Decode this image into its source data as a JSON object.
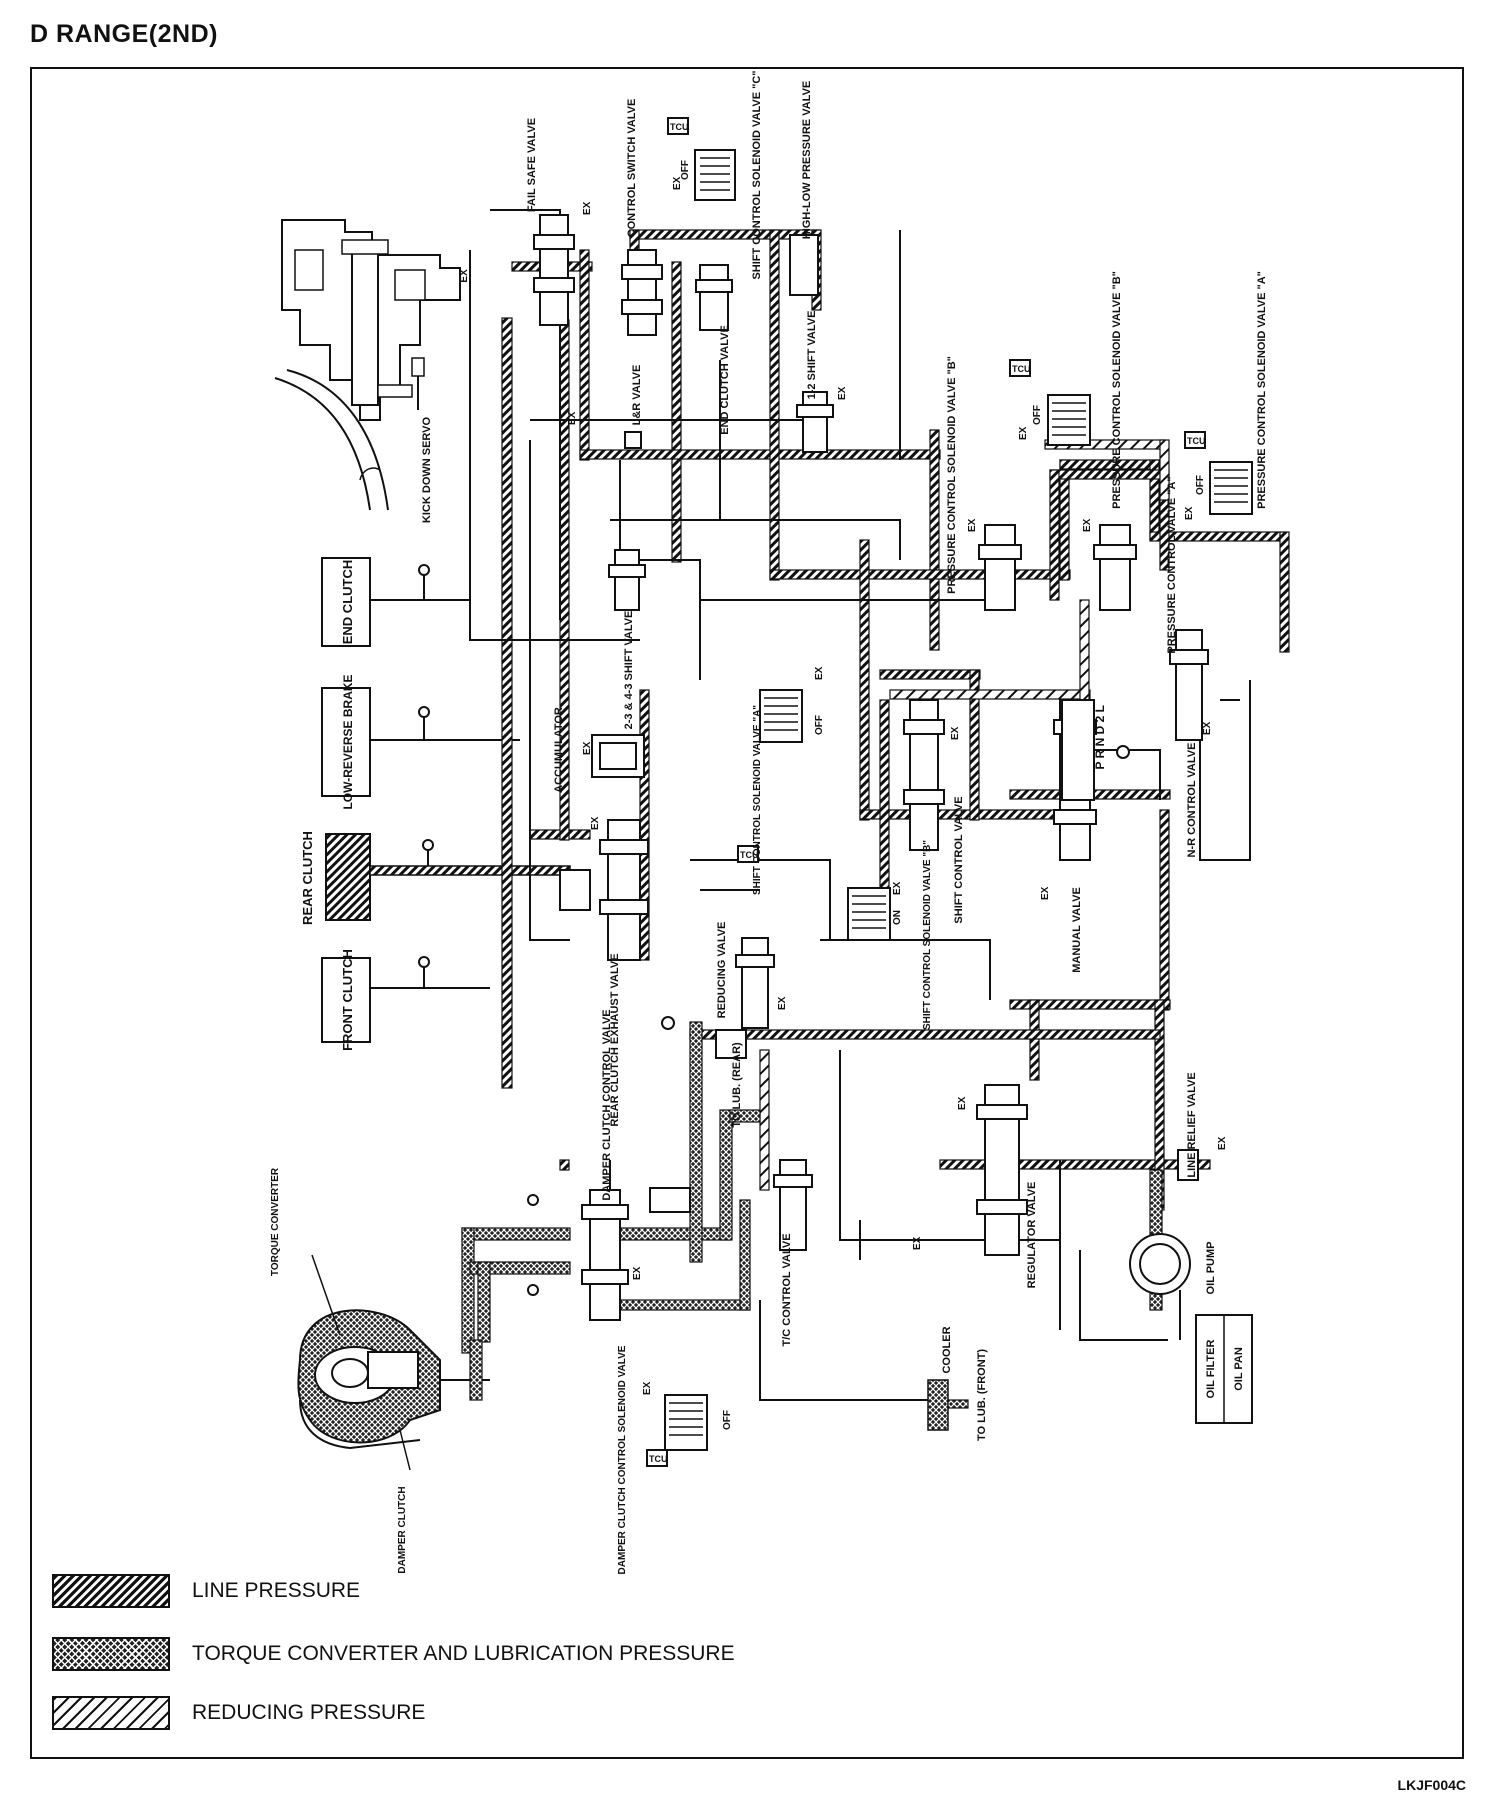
{
  "title": "D RANGE(2ND)",
  "figure_code": "LKJF004C",
  "components": {
    "end_clutch": "END CLUTCH",
    "low_reverse_brake": "LOW-REVERSE BRAKE",
    "rear_clutch": "REAR CLUTCH",
    "front_clutch": "FRONT CLUTCH",
    "kick_down_servo": "KICK DOWN SERVO",
    "fail_safe_valve": "FAIL SAFE VALVE",
    "control_switch_valve": "CONTROL SWITCH VALVE",
    "shift_solenoid_c": "SHIFT CONTROL SOLENOID VALVE \"C\"",
    "high_low_pressure_valve": "HIGH-LOW PRESSURE VALVE",
    "lr_valve": "L&R VALVE",
    "end_clutch_valve": "END CLUTCH VALVE",
    "shift_valve_12": "1-2 SHIFT VALVE",
    "pressure_solenoid_b_top": "PRESSURE CONTROL SOLENOID VALVE \"B\"",
    "pressure_solenoid_a": "PRESSURE CONTROL SOLENOID VALVE \"A\"",
    "pressure_control_valve_b": "PRESSURE CONTROL SOLENOID VALVE \"B\"",
    "pressure_control_valve_a": "PRESSURE CONTROL VALVE \"A\"",
    "shift_valve_23": "2-3 & 4-3 SHIFT VALVE",
    "accumulator": "ACCUMULATOR",
    "shift_solenoid_a": "SHIFT CONTROL SOLENOID VALVE \"A\"",
    "shift_solenoid_b": "SHIFT CONTROL SOLENOID VALVE \"B\"",
    "shift_control_valve": "SHIFT CONTROL VALVE",
    "manual_valve": "MANUAL VALVE",
    "nr_control_valve": "N-R CONTROL VALVE",
    "rear_clutch_exhaust_valve": "REAR CLUTCH EXHAUST VALVE",
    "reducing_valve": "REDUCING VALVE",
    "to_lub_rear": "TO LUB. (REAR)",
    "damper_clutch_control_valve": "DAMPER CLUTCH CONTROL VALVE",
    "tc_control_valve": "T/C CONTROL VALVE",
    "regulator_valve": "REGULATOR VALVE",
    "line_relief_valve": "LINE RELIEF VALVE",
    "oil_pump": "OIL PUMP",
    "oil_filter": "OIL FILTER",
    "oil_pan": "OIL PAN",
    "cooler": "COOLER",
    "to_lub_front": "TO LUB. (FRONT)",
    "torque_converter": "TORQUE CONVERTER",
    "damper_clutch": "DAMPER CLUTCH",
    "damper_solenoid": "DAMPER CLUTCH CONTROL SOLENOID VALVE",
    "prnd": "P R N D 2 L"
  },
  "tags": {
    "tcu": "TCU",
    "ex": "EX",
    "off": "OFF",
    "on": "ON"
  },
  "legend": [
    {
      "label": "LINE PRESSURE"
    },
    {
      "label": "TORQUE CONVERTER AND LUBRICATION PRESSURE"
    },
    {
      "label": "REDUCING PRESSURE"
    }
  ]
}
